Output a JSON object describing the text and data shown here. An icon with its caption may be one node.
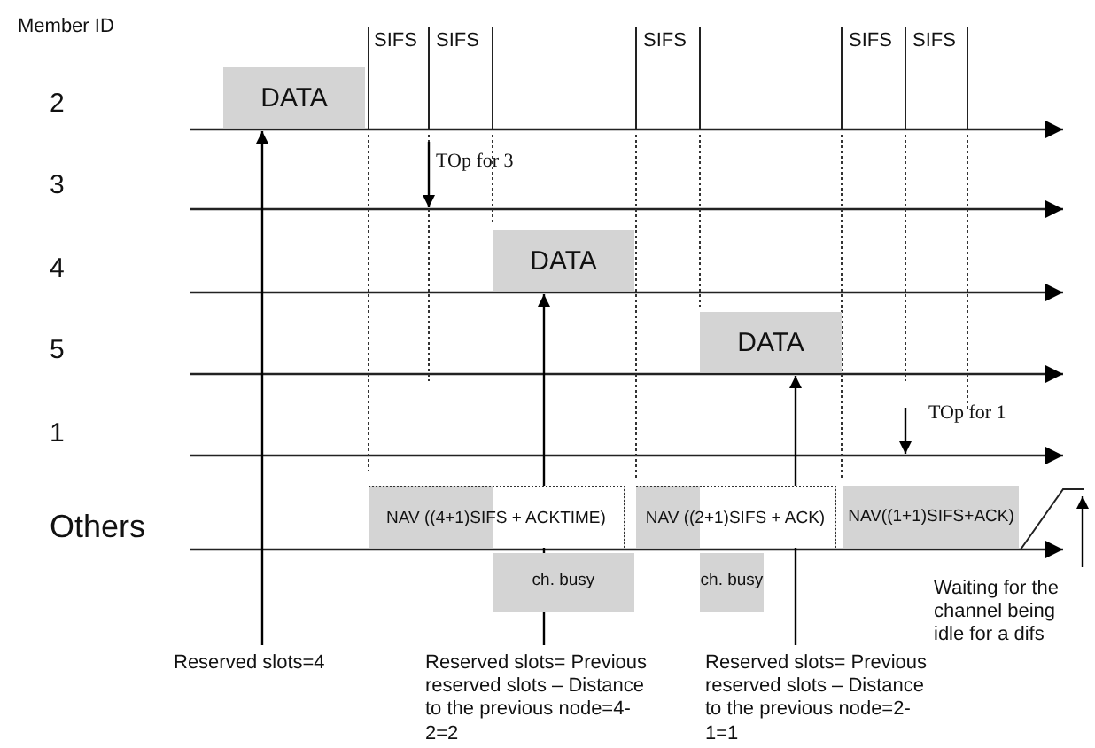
{
  "diagram": {
    "nodes": [
      {
        "text": [
          "DATA"
        ]
      },
      {
        "text": [
          "DATA"
        ]
      },
      {
        "text": [
          "DATA"
        ]
      },
      {
        "text": [
          "NAV ((4+1)SIFS + ACKTIME)"
        ]
      },
      {
        "text": [
          "NAV ((2+1)SIFS + ACK)"
        ]
      },
      {
        "text": [
          "NAV((1+1)SIFS+ACK)"
        ]
      },
      {
        "text": [
          "ch. busy"
        ]
      },
      {
        "text": [
          "ch. busy"
        ]
      },
      {
        "text": [
          "Reserved slots=4"
        ]
      },
      {
        "text": [
          "Reserved slots= Previous reserved slots – Distance to the previous node=4-2=2"
        ]
      },
      {
        "text": [
          "Reserved slots= Previous reserved slots – Distance to the previous node=2-1=1"
        ]
      },
      {
        "text": [
          "Waiting for the channel being idle for a difs"
        ]
      }
    ],
    "edges": [
      {
        "from": 8,
        "to": 0,
        "arrow": "to"
      },
      {
        "from": 9,
        "to": 1,
        "arrow": "to"
      },
      {
        "from": 10,
        "to": 2,
        "arrow": "to"
      },
      {
        "from": 11,
        "to": null,
        "arrow": "to"
      }
    ],
    "labels": [
      "Member ID",
      "SIFS",
      "SIFS",
      "SIFS",
      "SIFS",
      "SIFS",
      "2",
      "3",
      "TOp for 3",
      "4",
      "5",
      "1",
      "TOp for 1",
      "Others"
    ]
  }
}
